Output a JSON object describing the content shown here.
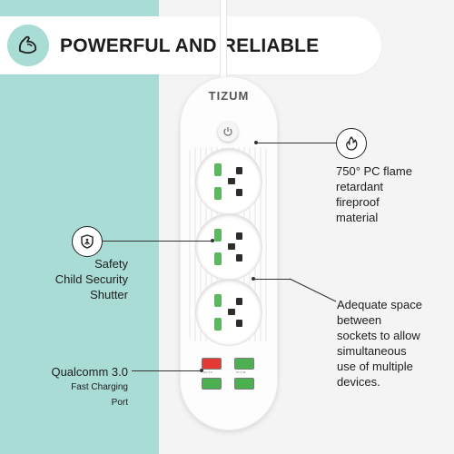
{
  "header": {
    "title": "POWERFUL AND RELIABLE"
  },
  "product": {
    "brand": "TIZUM",
    "usb_labels": [
      "QC 3.0",
      "5V 2.4A"
    ]
  },
  "callouts": {
    "flame": {
      "lines": [
        "750° PC flame",
        "retardant",
        "fireproof",
        "material"
      ]
    },
    "safety": {
      "lines": [
        "Safety",
        "Child Security",
        "Shutter"
      ]
    },
    "spacing": {
      "lines": [
        "Adequate space",
        "between",
        "sockets to allow",
        "simultaneous",
        "use of multiple",
        "devices."
      ]
    },
    "usb": {
      "line1": "Qualcomm 3.0",
      "line2": "Fast Charging",
      "line3": "Port"
    }
  },
  "colors": {
    "mint": "#a9dcd4",
    "socket_green": "#5cb85c",
    "qc_red": "#e53935"
  },
  "icons": {
    "banner": "flexed-arm-icon",
    "flame": "flame-icon",
    "safety": "shield-icon"
  }
}
